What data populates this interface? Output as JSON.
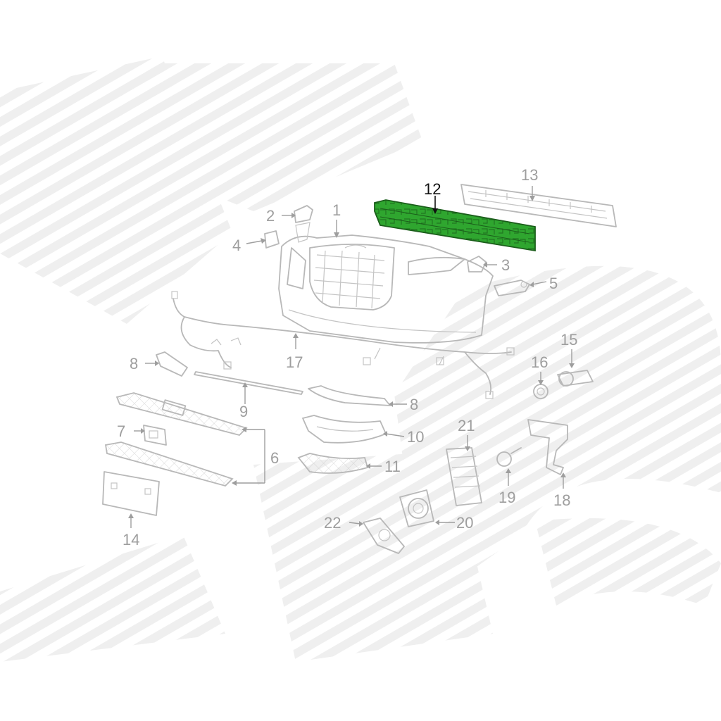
{
  "colors": {
    "highlight_fill": "#2fa62f",
    "highlight_stroke": "#1b5e1b",
    "part_stroke": "#b8b8b8",
    "callout_text": "#9e9e9e",
    "highlight_callout_text": "#111111",
    "watermark": "#ebebeb"
  },
  "highlighted_part": "12",
  "callouts": {
    "c1": "1",
    "c2": "2",
    "c3": "3",
    "c4": "4",
    "c5": "5",
    "c6": "6",
    "c7": "7",
    "c8a": "8",
    "c8b": "8",
    "c9": "9",
    "c10": "10",
    "c11": "11",
    "c12": "12",
    "c13": "13",
    "c14": "14",
    "c15": "15",
    "c16": "16",
    "c17": "17",
    "c18": "18",
    "c19": "19",
    "c20": "20",
    "c21": "21",
    "c22": "22"
  }
}
